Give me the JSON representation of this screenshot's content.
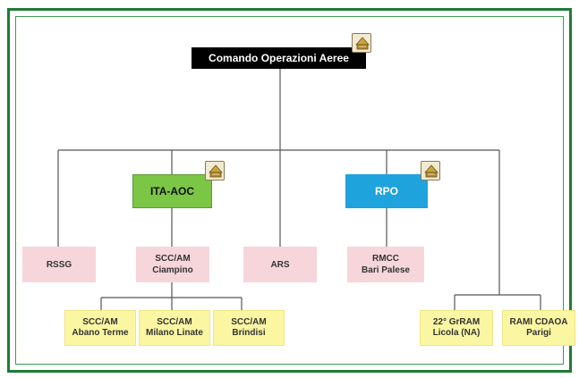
{
  "colors": {
    "frame": "#1f7a35",
    "top_box": "#000000",
    "ita_aoc": "#7cc645",
    "rpo": "#1ea3dc",
    "pink_box": "#f6d6db",
    "yellow_box": "#fbf6a2",
    "connector": "#555555"
  },
  "nodes": {
    "root": "Comando Operazioni Aeree",
    "ita_aoc": "ITA-AOC",
    "rpo": "RPO",
    "rssg": "RSSG",
    "scc_ciampino": "SCC/AM\nCiampino",
    "ars": "ARS",
    "rmcc": "RMCC\nBari Palese",
    "scc_abano": "SCC/AM\nAbano Terme",
    "scc_milano": "SCC/AM\nMilano Linate",
    "scc_brindisi": "SCC/AM\nBrindisi",
    "grram": "22° GrRAM\nLicola (NA)",
    "rami": "RAMI CDAOA\nParigi"
  },
  "icons": {
    "root_emblem": "crest-icon",
    "ita_aoc_emblem": "crest-icon",
    "rpo_emblem": "crest-icon"
  }
}
